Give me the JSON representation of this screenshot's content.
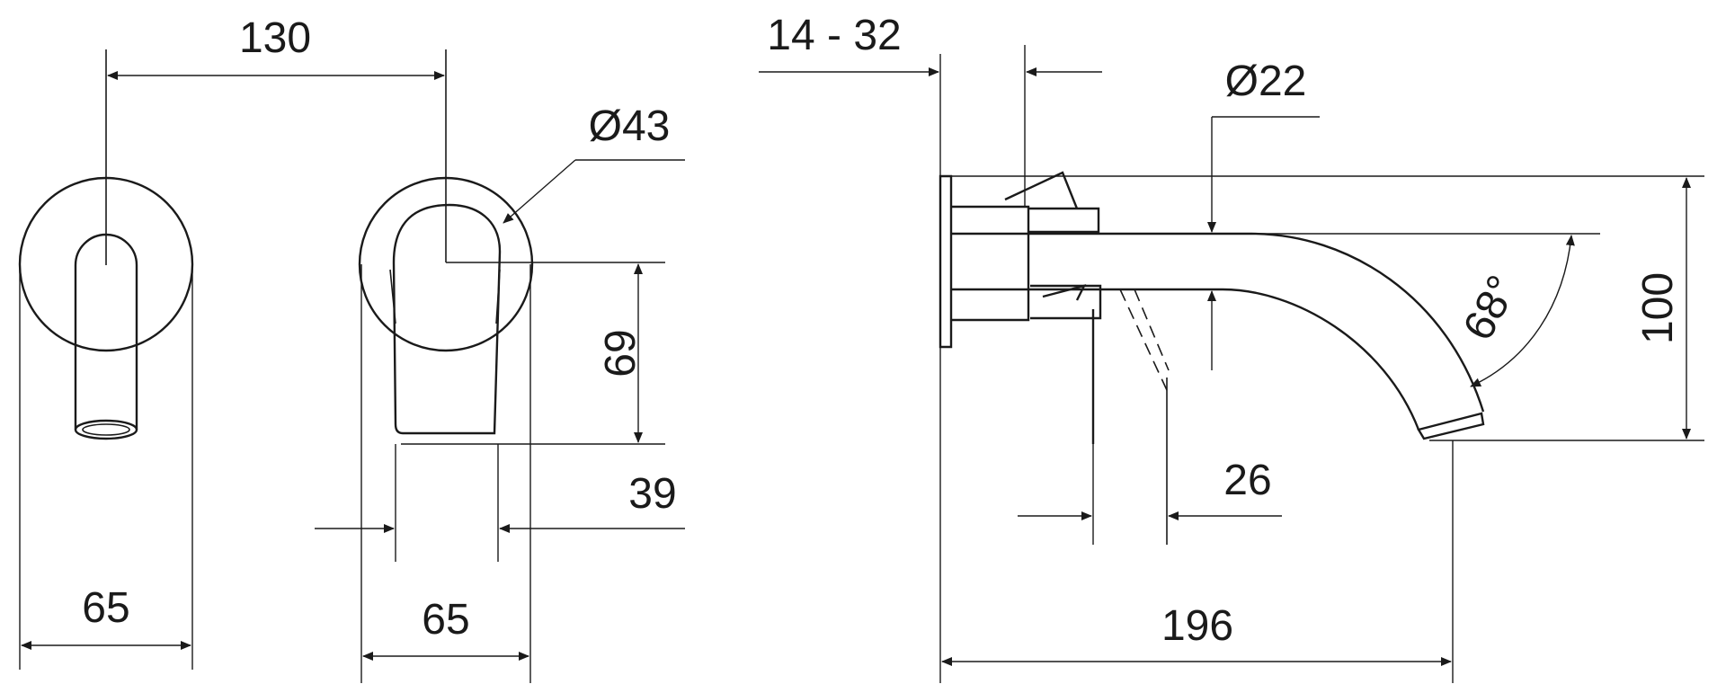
{
  "front_spout_view": {
    "width": "65"
  },
  "front_handle_view": {
    "offset": "130",
    "rosette_diameter": "Ø43",
    "handle_height": "69",
    "handle_width": "39",
    "rosette_width": "65"
  },
  "side_view": {
    "wall_depth": "14 - 32",
    "spout_diameter": "Ø22",
    "angle": "68°",
    "height": "100",
    "handle_offset": "26",
    "projection": "196"
  }
}
